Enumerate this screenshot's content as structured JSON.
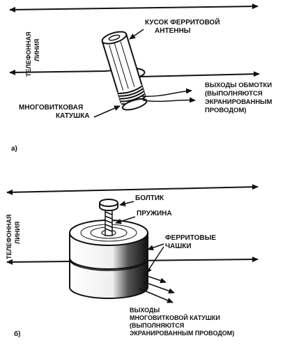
{
  "panel_a": {
    "side_label": [
      "ТЕЛЕФОННАЯ",
      "ЛИНИЯ"
    ],
    "antenna_label": [
      "КУСОК ФЕРРИТОВОЙ",
      "АНТЕННЫ"
    ],
    "coil_label": [
      "МНОГОВИТКОВАЯ",
      "КАТУШКА"
    ],
    "outputs_label": [
      "ВЫХОДЫ ОБМОТКИ",
      "(ВЫПОЛНЯЮТСЯ",
      "ЭКРАНИРОВАННЫМ",
      "ПРОВОДОМ)"
    ],
    "caption": "а)"
  },
  "panel_b": {
    "side_label": [
      "ТЕЛЕФОННАЯ",
      "ЛИНИЯ"
    ],
    "bolt_label": "БОЛТИК",
    "spring_label": "ПРУЖИНА",
    "cups_label": [
      "ФЕРРИТОВЫЕ",
      "ЧАШКИ"
    ],
    "outputs_label": [
      "ВЫХОДЫ",
      "МНОГОВИТКОВОЙ КАТУШКИ",
      "(ВЫПОЛНЯЮТСЯ",
      "ЭКРАНИРОВАННЫМ ПРОВОДОМ)"
    ],
    "caption": "б)"
  }
}
